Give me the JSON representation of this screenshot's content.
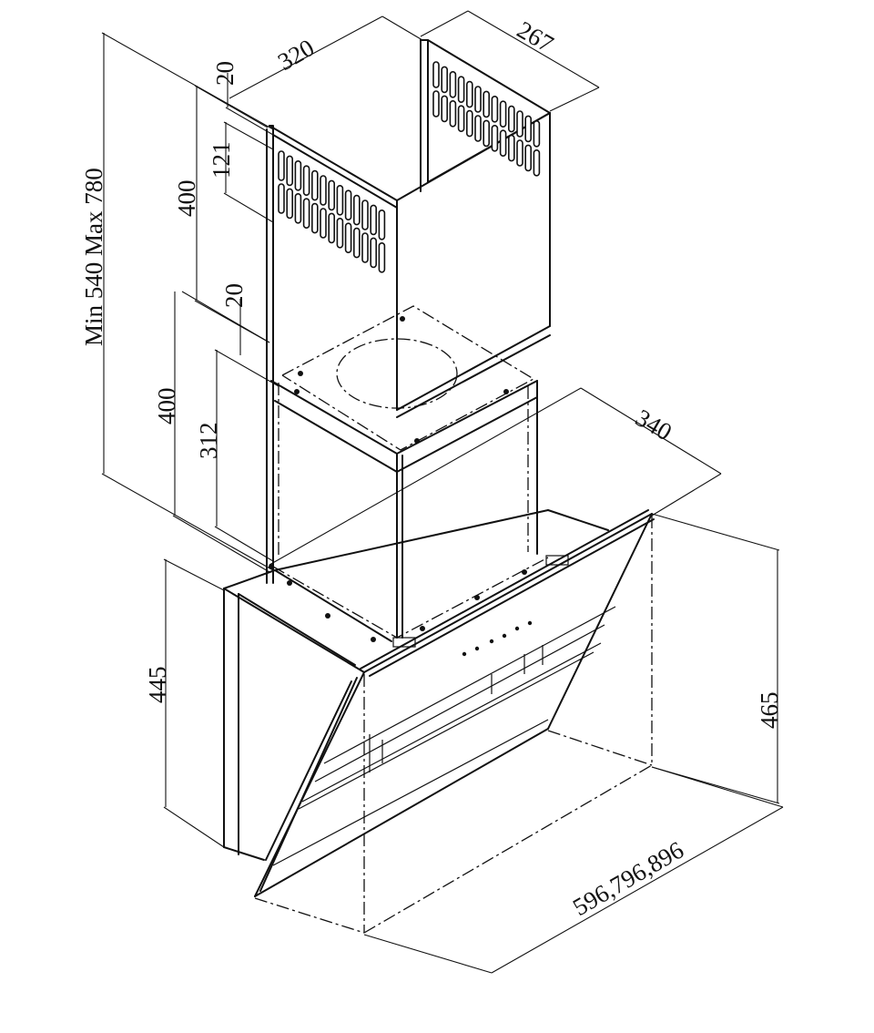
{
  "dimensions": {
    "chimney_width": "320",
    "chimney_depth": "267",
    "top_gap": "20",
    "vent_height": "121",
    "upper_chimney_height": "400",
    "overall_height": "Min 540 Max 780",
    "mid_gap": "20",
    "lower_chimney_height": "400",
    "lower_inner_height": "312",
    "hood_depth": "340",
    "hood_body_height": "445",
    "hood_front_height": "465",
    "hood_widths": "596,796,896"
  },
  "colors": {
    "line": "#111111",
    "background": "#ffffff"
  }
}
